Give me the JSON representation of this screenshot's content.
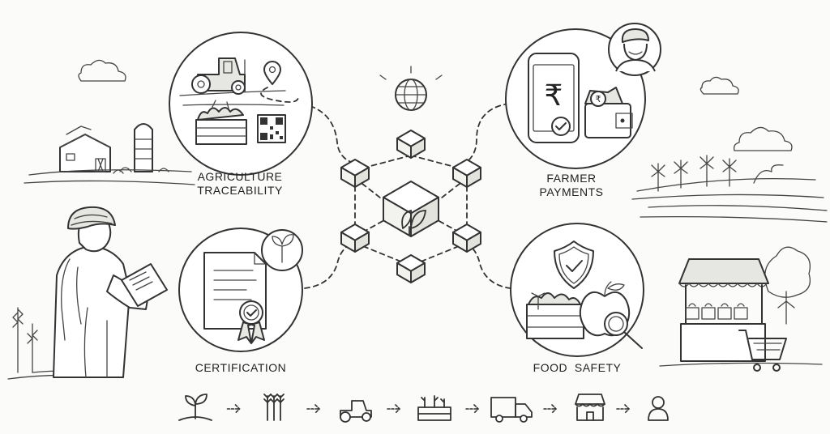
{
  "labels": {
    "agriculture_traceability": [
      "AGRICULTURE",
      "TRACEABILITY"
    ],
    "farmer_payments": [
      "FARMER",
      "PAYMENTS"
    ],
    "certification": "CERTIFICATION",
    "food_safety": "FOOD  SAFETY"
  },
  "payment_symbol": "₹",
  "wallet_symbol": "₹",
  "flow_steps": [
    "seedling-icon",
    "wheat-icon",
    "tractor-icon",
    "crate-icon",
    "truck-icon",
    "store-icon",
    "consumer-icon"
  ],
  "colors": {
    "ink": "#333333",
    "background": "#fbfbf9",
    "shade": "#e6e6e2"
  }
}
